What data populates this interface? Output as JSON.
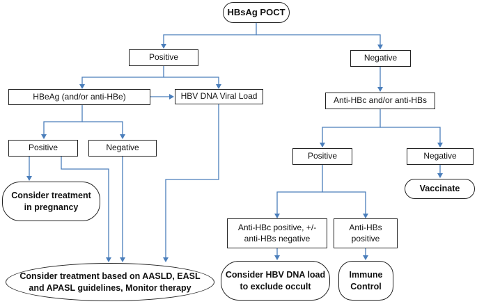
{
  "nodes": {
    "hbsag_poct": "HBsAg POCT",
    "positive_top": "Positive",
    "negative_top": "Negative",
    "hbeag": "HBeAg (and/or anti-HBe)",
    "hbv_dna_load": "HBV DNA Viral Load",
    "anti_hbc_hbs": "Anti-HBc and/or anti-HBs",
    "positive_hbeag": "Positive",
    "negative_hbeag": "Negative",
    "positive_anti": "Positive",
    "negative_anti": "Negative",
    "treat_pregnancy": "Consider treatment\nin  pregnancy",
    "vaccinate": "Vaccinate",
    "anti_hbc_pos": "Anti-HBc positive, +/-\nanti-HBs negative",
    "anti_hbs_pos": "Anti-HBs\npositive",
    "treat_guidelines": "Consider treatment based on AASLD, EASL\nand APASL guidelines, Monitor therapy",
    "hbv_dna_occult": "Consider HBV DNA load\nto exclude occult",
    "immune_control": "Immune\nControl"
  },
  "colors": {
    "connector": "#4A7EBB",
    "border": "#222222",
    "text": "#111111"
  }
}
